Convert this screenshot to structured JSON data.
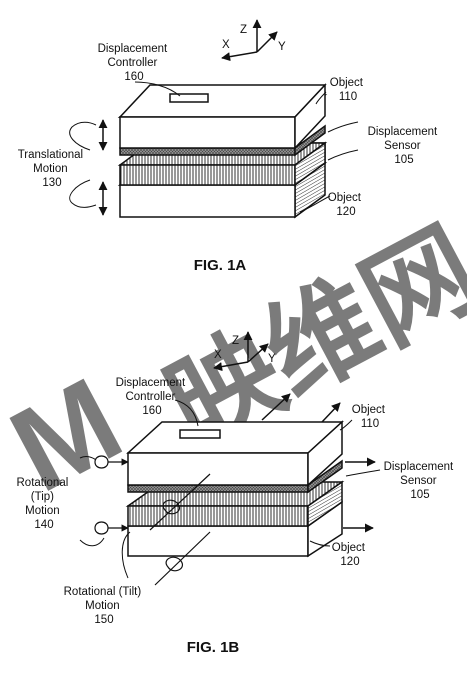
{
  "watermark": {
    "logo_letter": "M",
    "text": "映维网",
    "color": "#cfe0f2"
  },
  "colors": {
    "stroke": "#111111",
    "fill": "#ffffff",
    "hatch": "#333333"
  },
  "fig1a": {
    "caption": "FIG. 1A",
    "axes": {
      "z": "Z",
      "x": "X",
      "y": "Y"
    },
    "displacement_controller": {
      "line1": "Displacement",
      "line2": "Controller",
      "num": "160"
    },
    "object_top": {
      "line1": "Object",
      "num": "110"
    },
    "displacement_sensor": {
      "line1": "Displacement",
      "line2": "Sensor",
      "num": "105"
    },
    "translational_motion": {
      "line1": "Translational",
      "line2": "Motion",
      "num": "130"
    },
    "object_bottom": {
      "line1": "Object",
      "num": "120"
    }
  },
  "fig1b": {
    "caption": "FIG. 1B",
    "axes": {
      "z": "Z",
      "x": "X",
      "y": "Y"
    },
    "displacement_controller": {
      "line1": "Displacement",
      "line2": "Controller",
      "num": "160"
    },
    "object_top": {
      "line1": "Object",
      "num": "110"
    },
    "displacement_sensor": {
      "line1": "Displacement",
      "line2": "Sensor",
      "num": "105"
    },
    "rotational_tip": {
      "line1": "Rotational",
      "line2": "(Tip)",
      "line3": "Motion",
      "num": "140"
    },
    "object_bottom": {
      "line1": "Object",
      "num": "120"
    },
    "rotational_tilt": {
      "line1": "Rotational (Tilt)",
      "line2": "Motion",
      "num": "150"
    }
  }
}
